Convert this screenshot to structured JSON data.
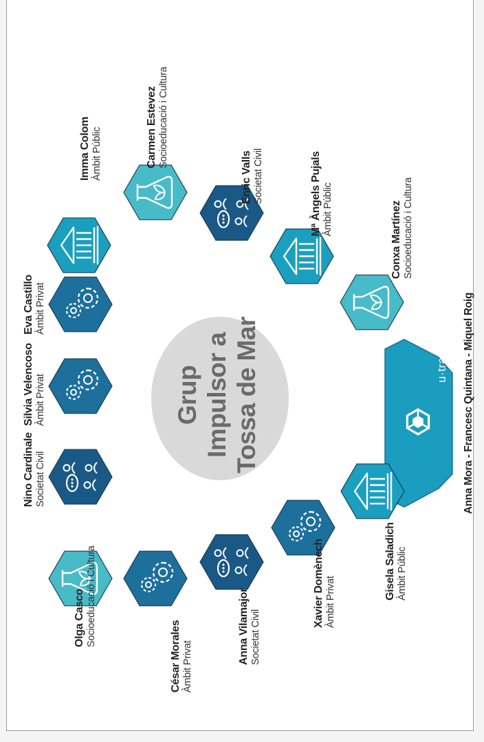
{
  "center": {
    "title": "Grup Impulsor a Tossa de Mar"
  },
  "credits": "Anna Mora - Francesc Quintana - Miquel Roig",
  "brand": {
    "text": "u·trans",
    "icon": "utrans-logo-icon"
  },
  "colors": {
    "cultura": "#48bbc8",
    "publica": "#1b9fbf",
    "privat": "#1d6f9c",
    "civil": "#1a5886",
    "center": "#d9d9d9",
    "center_text": "#6a6a6a",
    "brand": "#1a9dbe"
  },
  "members": [
    {
      "name": "Olga Casco",
      "role": "Socioeducació i Cultura",
      "icon": "flask-plant-icon"
    },
    {
      "name": "Nino Cardinale",
      "role": "Societat Civil",
      "icon": "people-speech-icon"
    },
    {
      "name": "Silvia Velencoso",
      "role": "Àmbit Privat",
      "icon": "gears-icon"
    },
    {
      "name": "Eva Castillo",
      "role": "Àmbit Privat",
      "icon": "gears-icon"
    },
    {
      "name": "Imma Colom",
      "role": "Àmbit Públic",
      "icon": "building-columns-icon"
    },
    {
      "name": "Carmen Estevez",
      "role": "Socioeducació i Cultura",
      "icon": "flask-plant-icon"
    },
    {
      "name": "Enric Valls",
      "role": "Societat Civil",
      "icon": "people-speech-icon"
    },
    {
      "name": "Mª Àngels Pujals",
      "role": "Àmbit Públic",
      "icon": "building-columns-icon"
    },
    {
      "name": "Conxa Martínez",
      "role": "Socioeducació i Cultura",
      "icon": "flask-plant-icon"
    },
    {
      "name": "César Morales",
      "role": "Àmbit Privat",
      "icon": "gears-icon"
    },
    {
      "name": "Anna Vilamajor",
      "role": "Societat Civil",
      "icon": "people-speech-icon"
    },
    {
      "name": "Xavier Domènech",
      "role": "Àmbit Privat",
      "icon": "gears-icon"
    },
    {
      "name": "Gisela Saladich",
      "role": "Àmbit Públic",
      "icon": "building-columns-icon"
    }
  ]
}
